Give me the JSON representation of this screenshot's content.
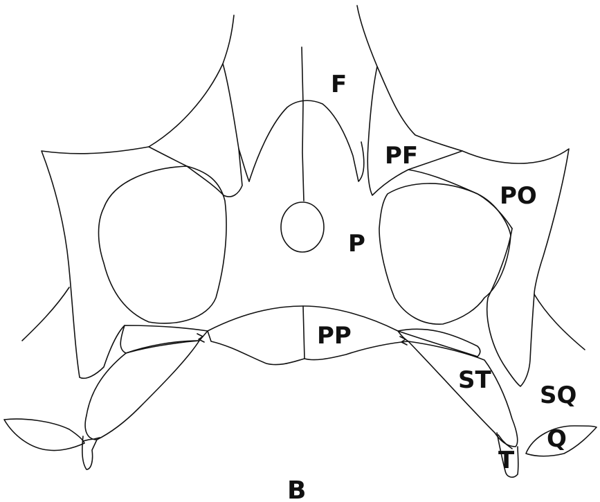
{
  "diagram": {
    "labels": {
      "frontal": "F",
      "prefrontal": "PF",
      "postorbital": "PO",
      "parietal": "P",
      "postparietal": "PP",
      "supratemporal": "ST",
      "squamosal": "SQ",
      "quadrate": "Q",
      "tabular": "T"
    },
    "caption": "B"
  }
}
